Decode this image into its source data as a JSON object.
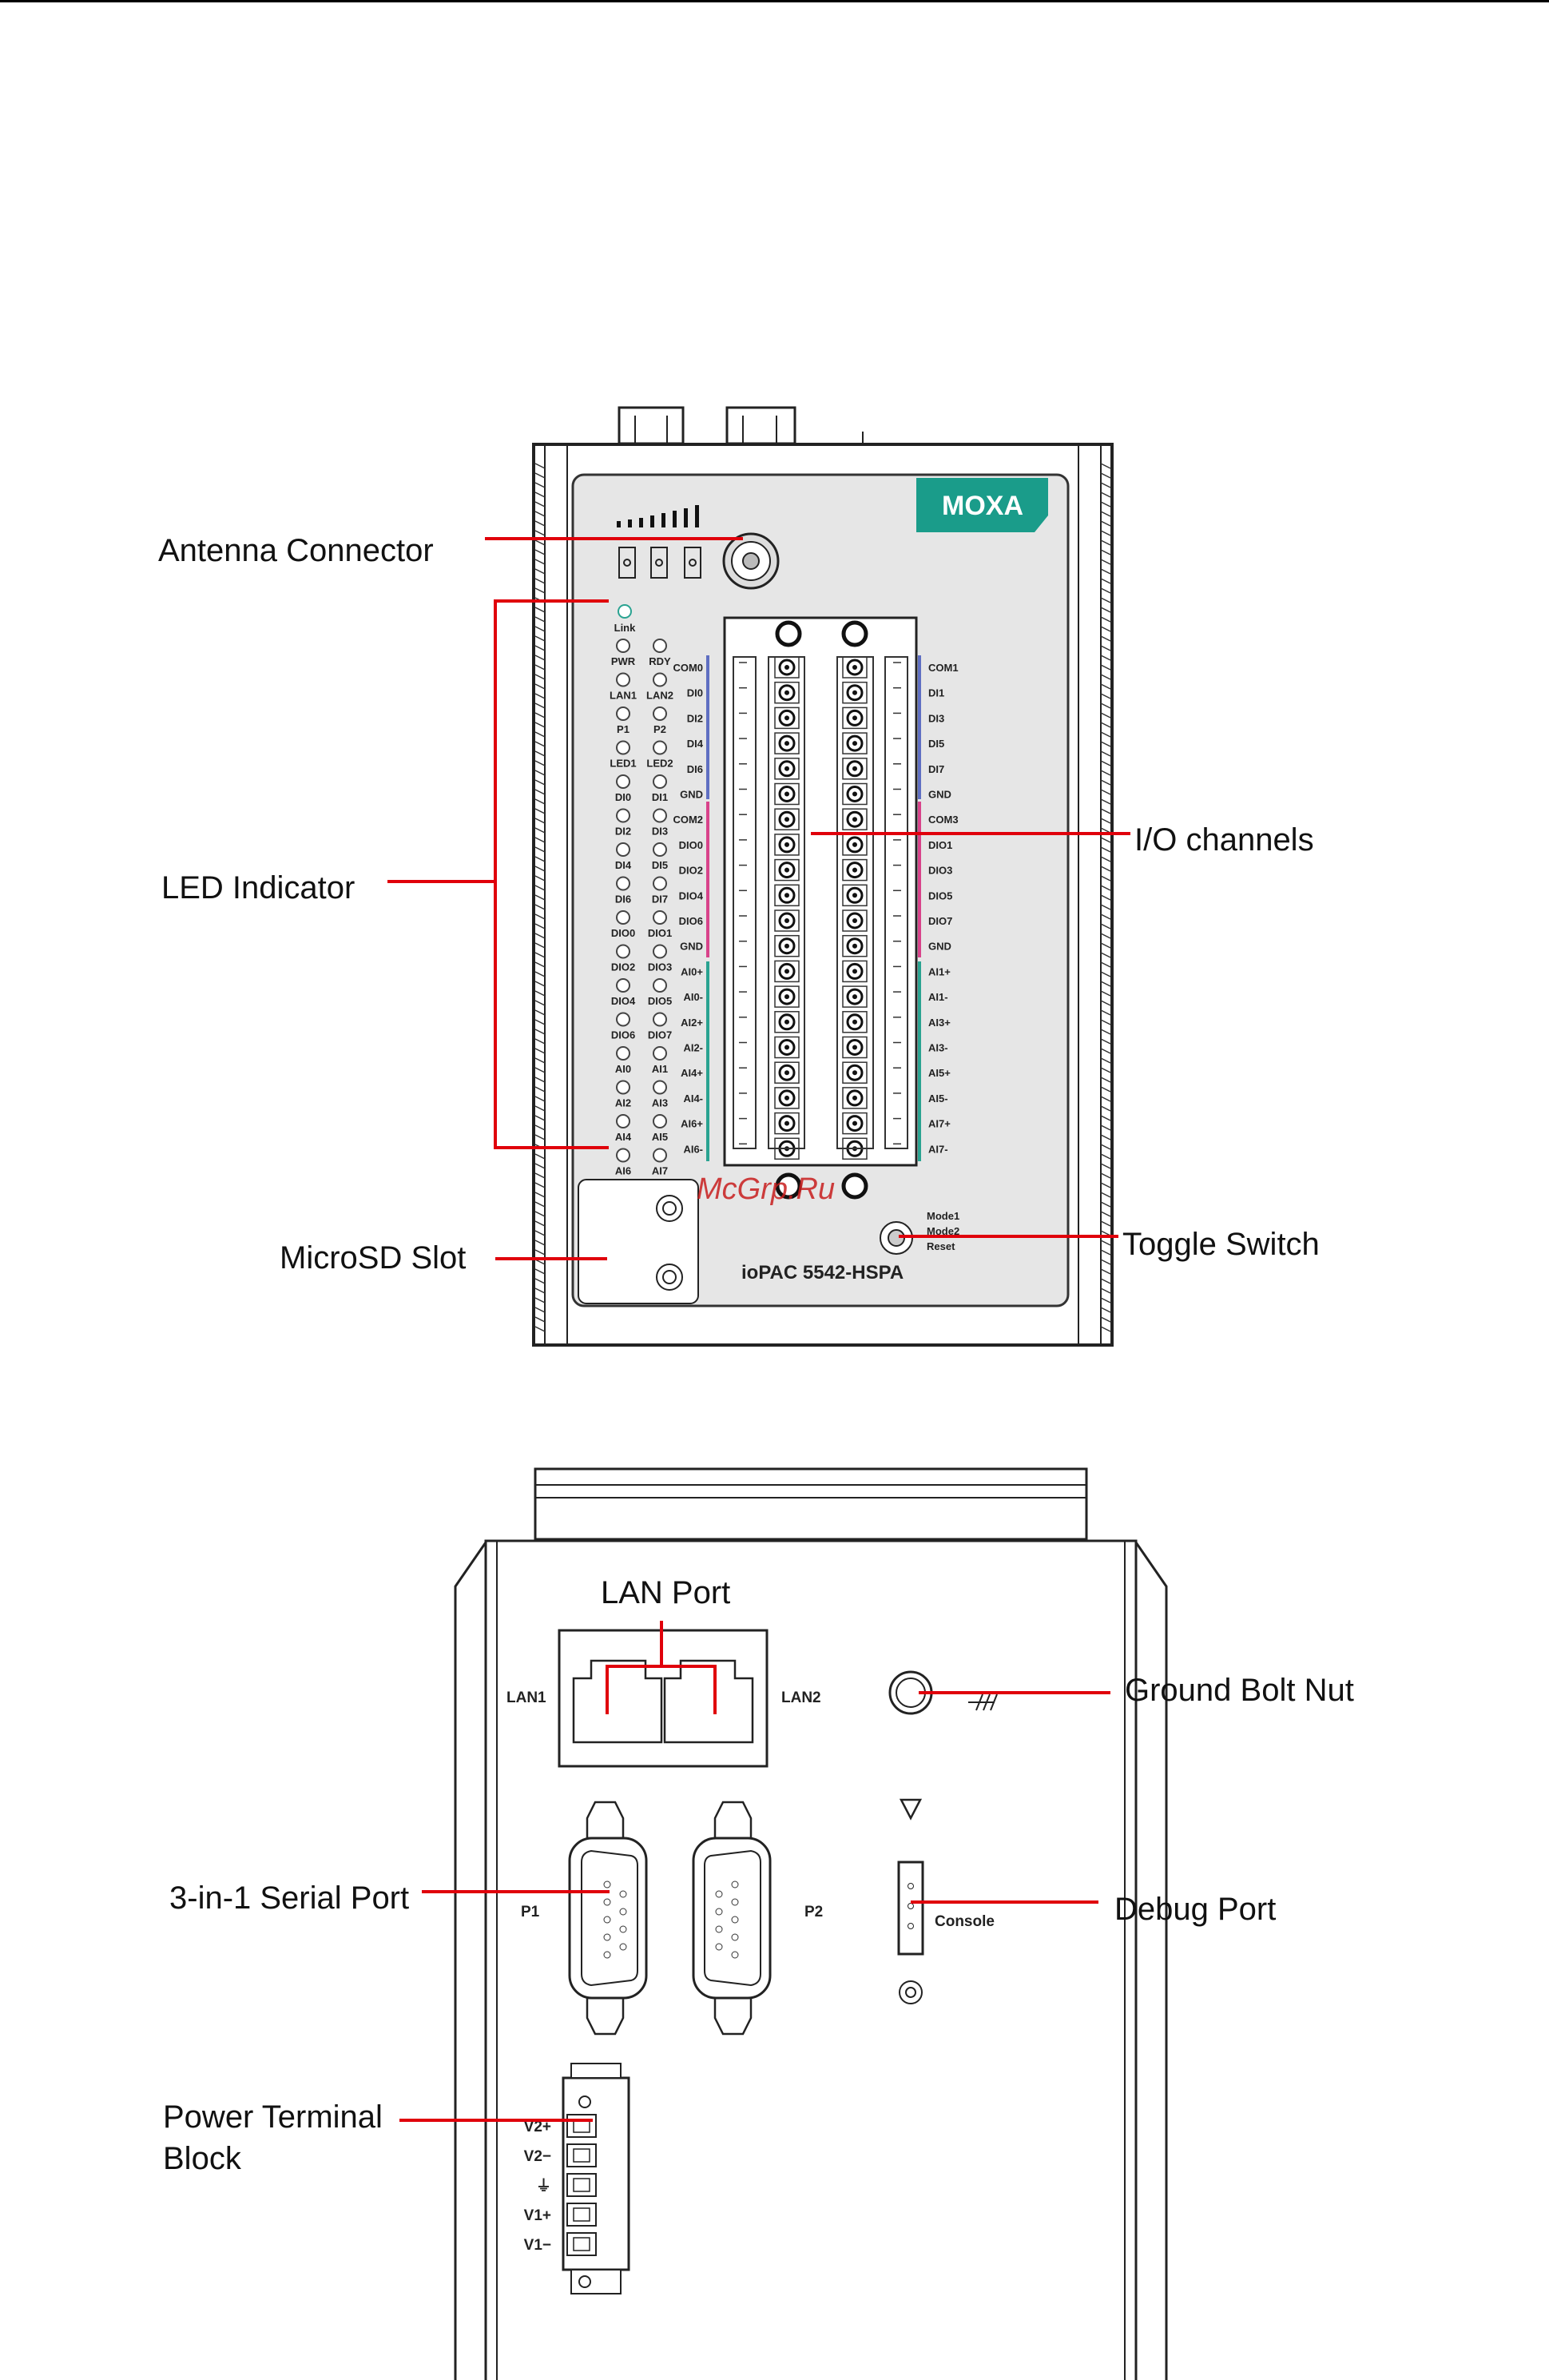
{
  "callouts": {
    "antenna": "Antenna Connector",
    "led": "LED Indicator",
    "io": "I/O channels",
    "microsd": "MicroSD Slot",
    "toggle": "Toggle Switch",
    "lan": "LAN Port",
    "ground": "Ground Bolt Nut",
    "serial": "3-in-1 Serial Port",
    "debug": "Debug Port",
    "power_line1": "Power Terminal",
    "power_line2": "Block"
  },
  "front_panel": {
    "brand": "MOXA",
    "model": "ioPAC 5542-HSPA",
    "watermark": "McGrp.Ru",
    "toggle_labels": [
      "Mode1",
      "Mode2",
      "Reset"
    ],
    "led_top": "Link",
    "led_pairs": [
      [
        "PWR",
        "RDY"
      ],
      [
        "LAN1",
        "LAN2"
      ],
      [
        "P1",
        "P2"
      ],
      [
        "LED1",
        "LED2"
      ],
      [
        "DI0",
        "DI1"
      ],
      [
        "DI2",
        "DI3"
      ],
      [
        "DI4",
        "DI5"
      ],
      [
        "DI6",
        "DI7"
      ],
      [
        "DIO0",
        "DIO1"
      ],
      [
        "DIO2",
        "DIO3"
      ],
      [
        "DIO4",
        "DIO5"
      ],
      [
        "DIO6",
        "DIO7"
      ],
      [
        "AI0",
        "AI1"
      ],
      [
        "AI2",
        "AI3"
      ],
      [
        "AI4",
        "AI5"
      ],
      [
        "AI6",
        "AI7"
      ]
    ],
    "io_left": [
      "COM0",
      "DI0",
      "DI2",
      "DI4",
      "DI6",
      "GND",
      "COM2",
      "DIO0",
      "DIO2",
      "DIO4",
      "DIO6",
      "GND",
      "AI0+",
      "AI0-",
      "AI2+",
      "AI2-",
      "AI4+",
      "AI4-",
      "AI6+",
      "AI6-"
    ],
    "io_right": [
      "COM1",
      "DI1",
      "DI3",
      "DI5",
      "DI7",
      "GND",
      "COM3",
      "DIO1",
      "DIO3",
      "DIO5",
      "DIO7",
      "GND",
      "AI1+",
      "AI1-",
      "AI3+",
      "AI3-",
      "AI5+",
      "AI5-",
      "AI7+",
      "AI7-"
    ]
  },
  "bottom_panel": {
    "lan1": "LAN1",
    "lan2": "LAN2",
    "p1": "P1",
    "p2": "P2",
    "console": "Console",
    "power_pins": [
      "V2+",
      "V2−",
      "⏚",
      "V1+",
      "V1−"
    ]
  },
  "colors": {
    "callout_line": "#e0000b",
    "brand_bg": "#1a9c8a",
    "panel_bg": "#e6e6e6",
    "com_blue": "#5f6fc2",
    "dio_pink": "#d8438a",
    "ai_teal": "#2aa391"
  }
}
